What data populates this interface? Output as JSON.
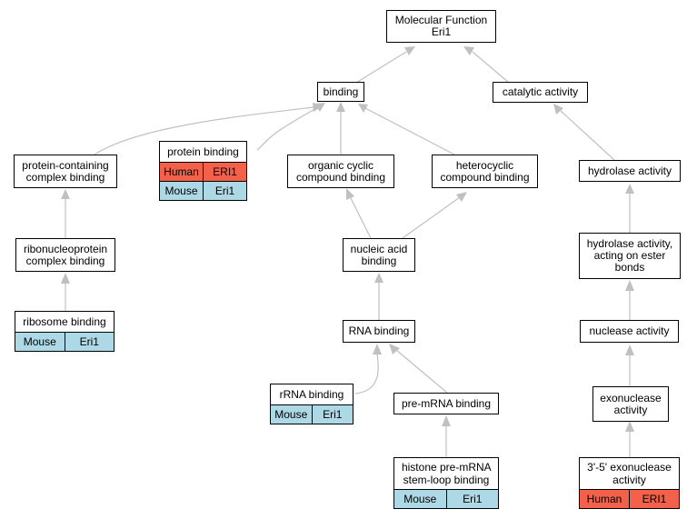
{
  "graph": {
    "root": {
      "line1": "Molecular Function",
      "line2": "Eri1"
    },
    "binding": "binding",
    "catalytic_activity": "catalytic activity",
    "protein_containing": {
      "line1": "protein-containing",
      "line2": "complex binding"
    },
    "protein_binding": {
      "title": "protein binding",
      "rows": [
        {
          "species": "Human",
          "gene": "ERI1"
        },
        {
          "species": "Mouse",
          "gene": "Eri1"
        }
      ]
    },
    "organic_cyclic": {
      "line1": "organic cyclic",
      "line2": "compound binding"
    },
    "heterocyclic": {
      "line1": "heterocyclic",
      "line2": "compound binding"
    },
    "hydrolase_activity": "hydrolase activity",
    "ribonucleoprotein": {
      "line1": "ribonucleoprotein",
      "line2": "complex binding"
    },
    "nucleic_acid": {
      "line1": "nucleic acid",
      "line2": "binding"
    },
    "hydrolase_ester": {
      "line1": "hydrolase activity,",
      "line2": "acting on ester",
      "line3": "bonds"
    },
    "ribosome_binding": {
      "title": "ribosome binding",
      "rows": [
        {
          "species": "Mouse",
          "gene": "Eri1"
        }
      ]
    },
    "rna_binding": "RNA binding",
    "nuclease_activity": "nuclease activity",
    "rrna_binding": {
      "title": "rRNA binding",
      "rows": [
        {
          "species": "Mouse",
          "gene": "Eri1"
        }
      ]
    },
    "pre_mrna": "pre-mRNA binding",
    "exonuclease": {
      "line1": "exonuclease",
      "line2": "activity"
    },
    "histone": {
      "title_line1": "histone pre-mRNA",
      "title_line2": "stem-loop binding",
      "rows": [
        {
          "species": "Mouse",
          "gene": "Eri1"
        }
      ]
    },
    "exo_35": {
      "title_line1": "3'-5' exonuclease",
      "title_line2": "activity",
      "rows": [
        {
          "species": "Human",
          "gene": "ERI1"
        }
      ]
    }
  },
  "colors": {
    "human": "#f4614a",
    "mouse": "#add8e6",
    "edge": "#c0c0c0"
  }
}
